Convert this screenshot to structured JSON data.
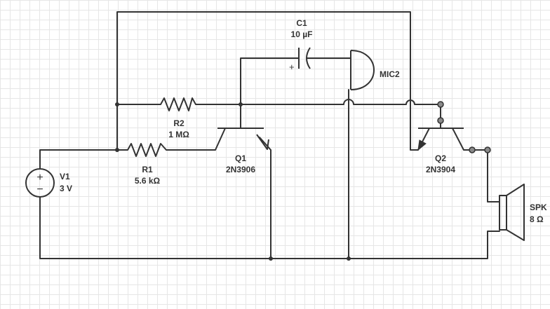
{
  "components": {
    "c1": {
      "name": "C1",
      "value": "10 µF",
      "plus": "+"
    },
    "mic2": {
      "name": "MIC2"
    },
    "r2": {
      "name": "R2",
      "value": "1 MΩ"
    },
    "r1": {
      "name": "R1",
      "value": "5.6 kΩ"
    },
    "q1": {
      "name": "Q1",
      "part": "2N3906"
    },
    "q2": {
      "name": "Q2",
      "part": "2N3904"
    },
    "v1": {
      "name": "V1",
      "value": "3 V",
      "plus": "+",
      "minus": "−"
    },
    "spk": {
      "name": "SPK",
      "value": "8 Ω"
    }
  }
}
